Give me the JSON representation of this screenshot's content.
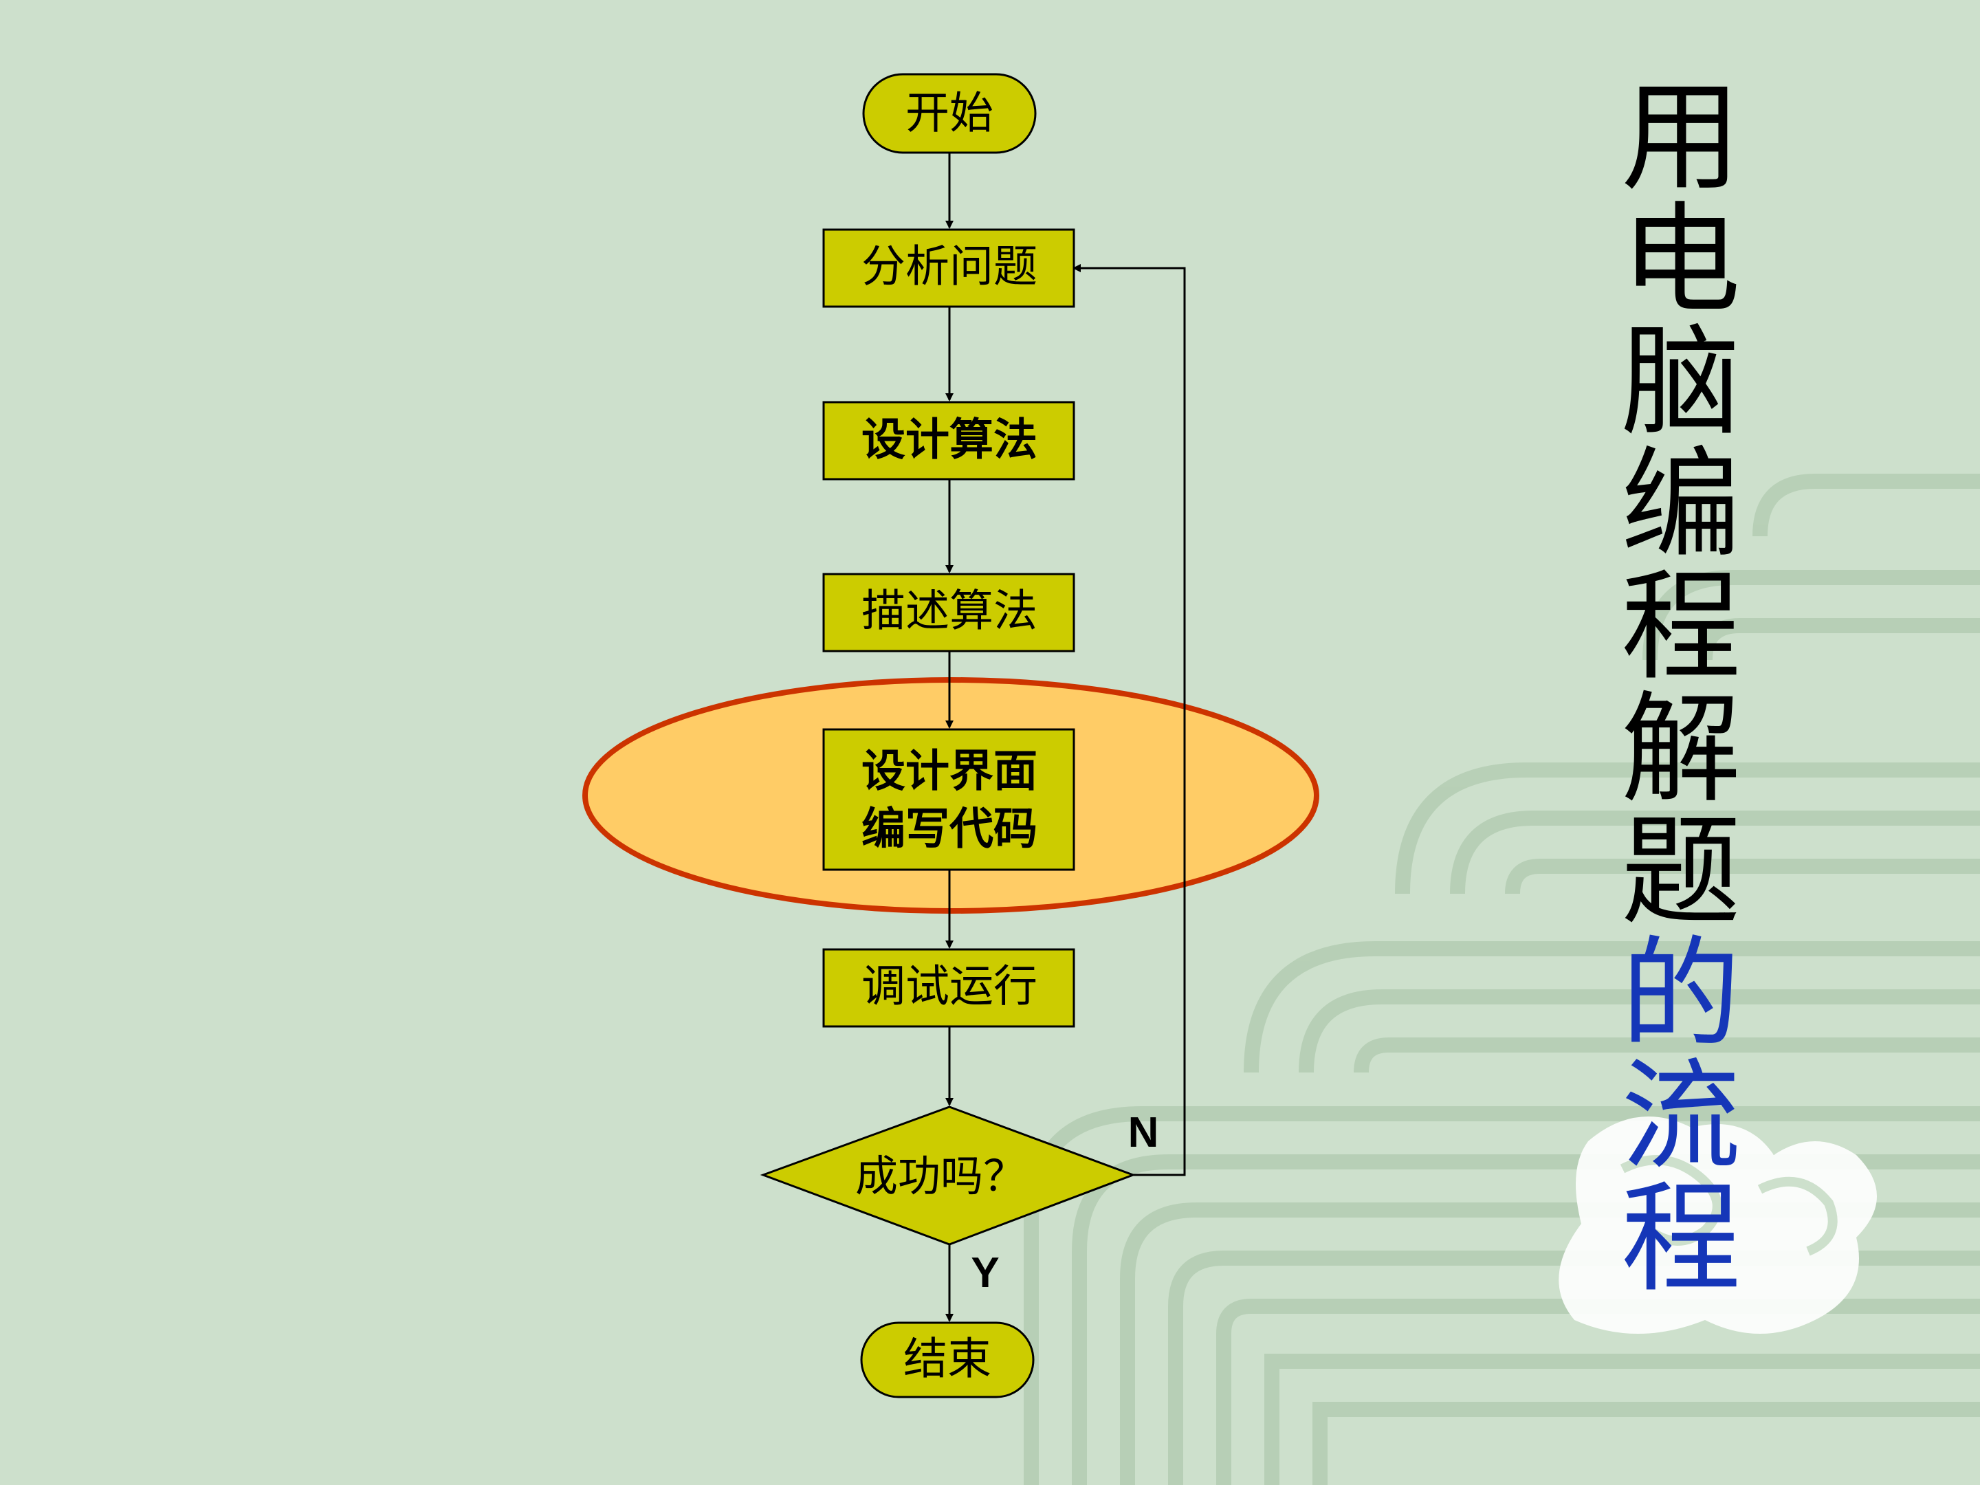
{
  "flowchart": {
    "nodes": {
      "start": "开始",
      "analyze": "分析问题",
      "design_algorithm": "设计算法",
      "describe_algorithm": "描述算法",
      "design_ui_line1": "设计界面",
      "design_ui_line2": "编写代码",
      "debug_run": "调试运行",
      "decision": "成功吗？",
      "end": "结束"
    },
    "labels": {
      "no": "N",
      "yes": "Y"
    }
  },
  "title": {
    "chars": [
      {
        "char": "用",
        "color": "#000000"
      },
      {
        "char": "电",
        "color": "#000000"
      },
      {
        "char": "脑",
        "color": "#000000"
      },
      {
        "char": "编",
        "color": "#000000"
      },
      {
        "char": "程",
        "color": "#000000"
      },
      {
        "char": "解",
        "color": "#000000"
      },
      {
        "char": "题",
        "color": "#000000"
      },
      {
        "char": "的",
        "color": "#1536b8"
      },
      {
        "char": "流",
        "color": "#1536b8"
      },
      {
        "char": "程",
        "color": "#1536b8"
      }
    ]
  },
  "colors": {
    "background": "#cde0cc",
    "node_fill": "#cccc00",
    "highlight_fill": "#ffcc66",
    "highlight_stroke": "#cc3300",
    "watermark": "#b4cdb3"
  }
}
